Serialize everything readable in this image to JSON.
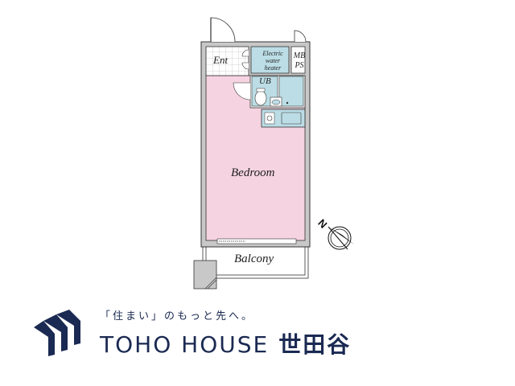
{
  "floorplan": {
    "rooms": {
      "bedroom": "Bedroom",
      "balcony": "Balcony",
      "entrance": "Ent",
      "unit_bath": "UB",
      "water_heater_line1": "Electric",
      "water_heater_line2": "water",
      "water_heater_line3": "heater",
      "meter_box_line1": "MB",
      "meter_box_line2": "PS"
    },
    "colors": {
      "bedroom_fill": "#f5d3e0",
      "wet_area_fill": "#bcdde6",
      "wall_fill": "#c8c8c8",
      "wall_stroke": "#333333"
    },
    "compass": {
      "label": "N"
    }
  },
  "branding": {
    "tagline": "「住まい」のもっと先へ。",
    "brand_name_en": "TOHO HOUSE",
    "brand_name_jp": "世田谷",
    "color": "#1b2a52"
  }
}
